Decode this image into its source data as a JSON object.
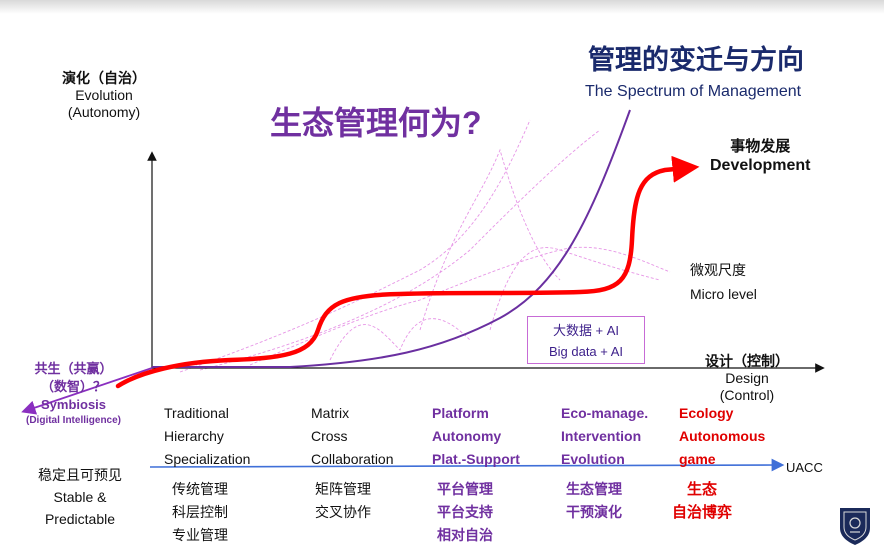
{
  "title": {
    "cn": "管理的变迁与方向",
    "en": "The Spectrum of Management"
  },
  "question": "生态管理何为?",
  "y_axis": {
    "cn": "演化（自治）",
    "en1": "Evolution",
    "en2": "(Autonomy)"
  },
  "x_axis": {
    "cn": "设计（控制）",
    "en1": "Design",
    "en2": "(Control)"
  },
  "development": {
    "cn": "事物发展",
    "en": "Development"
  },
  "micro_level": {
    "cn": "微观尺度",
    "en": "Micro level"
  },
  "big_data": {
    "cn": "大数据 + AI",
    "en": "Big data + AI"
  },
  "symbiosis": {
    "line1": "共生（共赢）",
    "line2": "（数智）？",
    "line3": "Symbiosis",
    "line4": "(Digital Intelligence)"
  },
  "stable": {
    "cn": "稳定且可预见",
    "en1": "Stable &",
    "en2": "Predictable"
  },
  "timeline_end": "UACC",
  "stages": [
    {
      "en": [
        "Traditional",
        "Hierarchy",
        "Specialization"
      ],
      "cn": [
        "传统管理",
        "科层控制",
        "专业管理"
      ],
      "color": "#111111"
    },
    {
      "en": [
        "Matrix",
        "Cross",
        "Collaboration"
      ],
      "cn": [
        "矩阵管理",
        "交叉协作"
      ],
      "color": "#111111"
    },
    {
      "en": [
        "Platform",
        "Autonomy",
        "Plat.-Support"
      ],
      "cn": [
        "平台管理",
        "平台支持",
        "相对自治"
      ],
      "color": "#7030a0"
    },
    {
      "en": [
        "Eco-manage.",
        "Intervention",
        "Evolution"
      ],
      "cn": [
        "生态管理",
        "干预演化"
      ],
      "color": "#7030a0"
    },
    {
      "en": [
        "Ecology",
        "Autonomous",
        "game"
      ],
      "cn": [
        "生态",
        "自治博弈"
      ],
      "color": "#e00000"
    }
  ],
  "colors": {
    "development_curve": "#ff0000",
    "evolution_curve": "#6a2fa0",
    "timeline": "#3f6fd8",
    "micro_lines": "#e07be0",
    "title": "#1a2a6c"
  }
}
